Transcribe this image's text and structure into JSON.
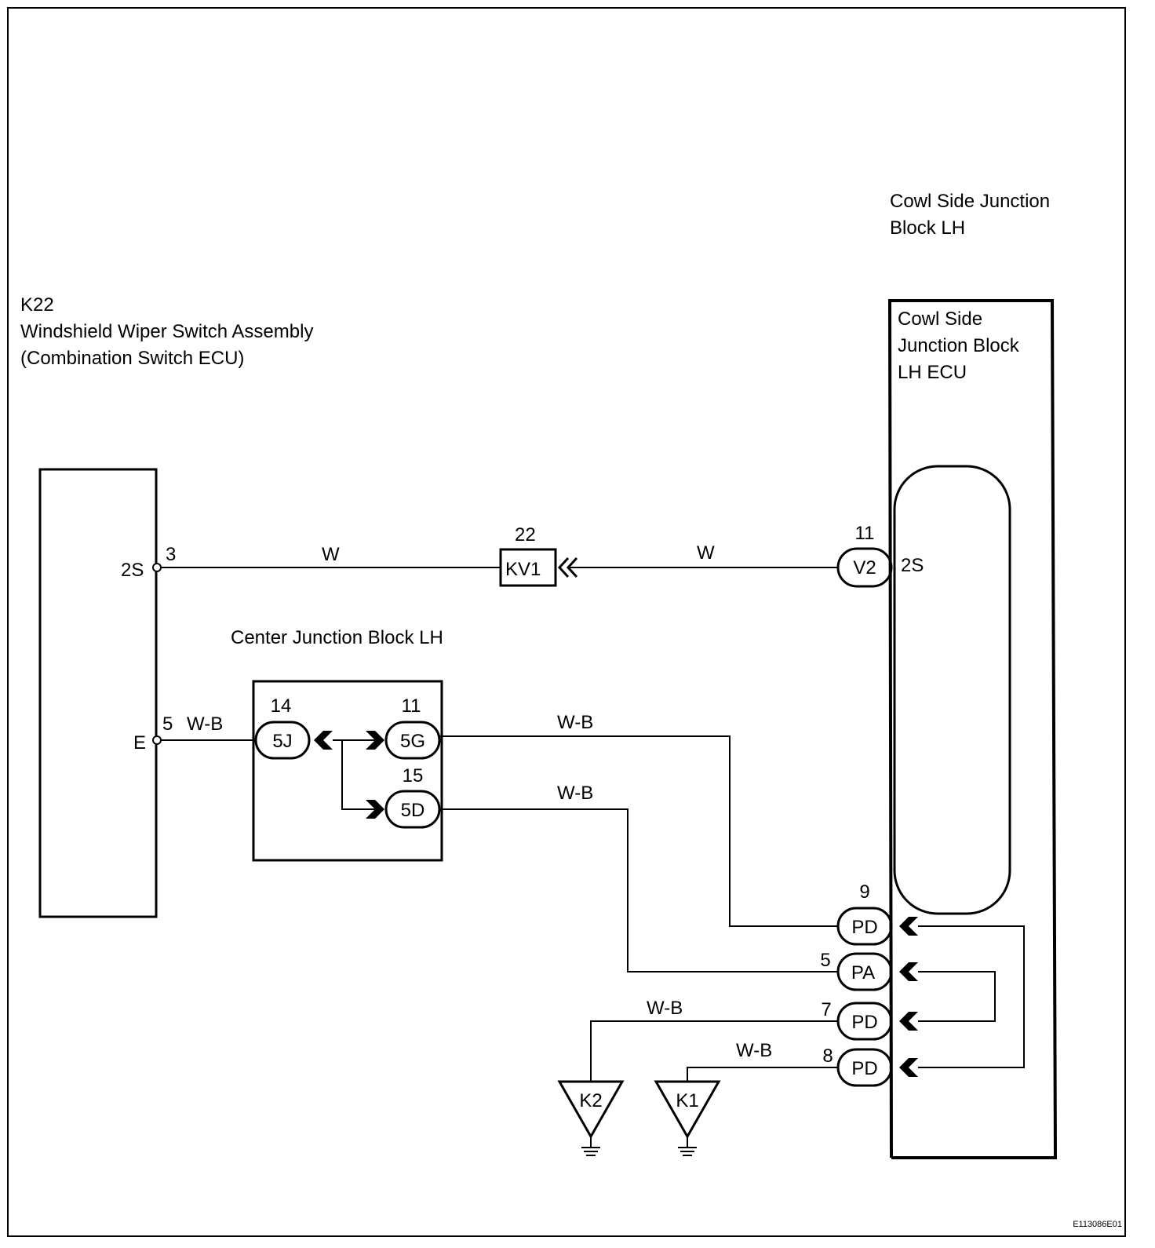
{
  "cowl_block": {
    "title_line1": "Cowl Side Junction",
    "title_line2": "Block LH"
  },
  "cowl_ecu": {
    "line1": "Cowl Side",
    "line2": "Junction Block",
    "line3": "LH ECU"
  },
  "switch_assembly": {
    "code": "K22",
    "name": "Windshield Wiper Switch Assembly",
    "subname": "(Combination Switch ECU)",
    "terminal_2s": {
      "name": "2S",
      "pin": "3"
    },
    "terminal_e": {
      "name": "E",
      "pin": "5"
    }
  },
  "center_block": {
    "title": "Center Junction Block LH",
    "c5j": {
      "label": "5J",
      "pin": "14"
    },
    "c5g": {
      "label": "5G",
      "pin": "11"
    },
    "c5d": {
      "label": "5D",
      "pin": "15"
    }
  },
  "kv1": {
    "label": "KV1",
    "pin": "22"
  },
  "v2": {
    "label": "V2",
    "pin": "11",
    "terminal": "2S"
  },
  "pd9": {
    "label": "PD",
    "pin": "9"
  },
  "pa5": {
    "label": "PA",
    "pin": "5"
  },
  "pd7": {
    "label": "PD",
    "pin": "7"
  },
  "pd8": {
    "label": "PD",
    "pin": "8"
  },
  "wires": {
    "w1": "W",
    "w2": "W",
    "wb_e": "W-B",
    "wb_5g": "W-B",
    "wb_5d": "W-B",
    "wb_k2": "W-B",
    "wb_k1": "W-B"
  },
  "grounds": {
    "k2": "K2",
    "k1": "K1"
  },
  "figure_code": "E113086E01"
}
